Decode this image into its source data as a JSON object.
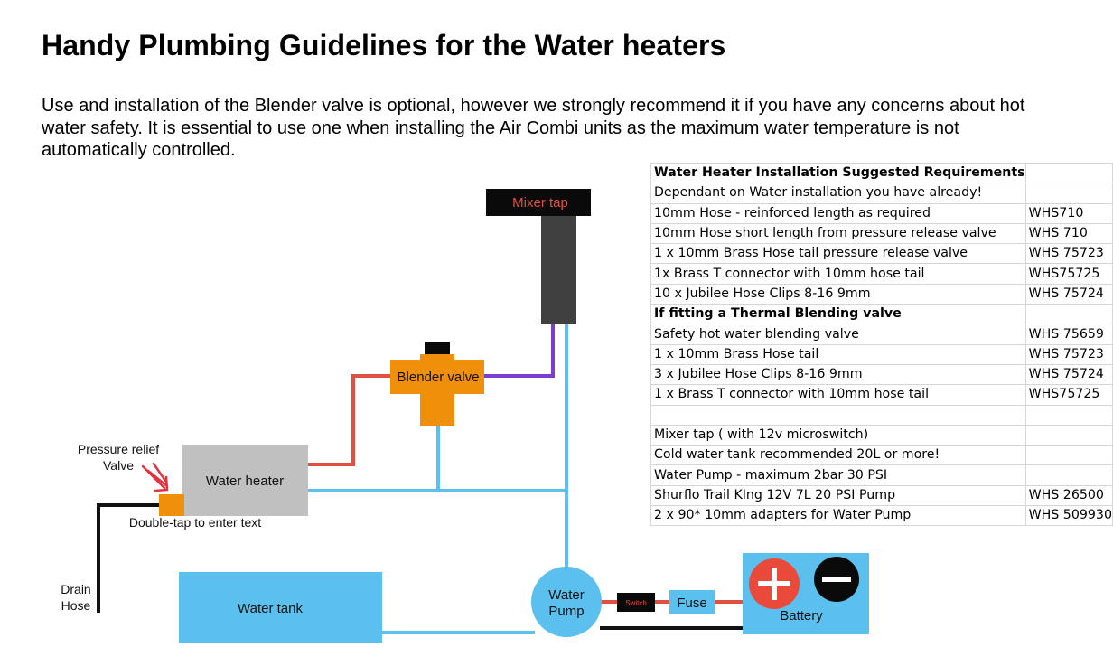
{
  "page": {
    "title": "Handy Plumbing Guidelines for the Water heaters",
    "intro": "Use and installation of the Blender valve is optional, however we strongly recommend it if you have any concerns about hot water safety. It is essential to use one when installing the Air Combi units as the maximum water temperature is not automatically controlled."
  },
  "diagram": {
    "mixer_tap": "Mixer tap",
    "blender_valve": "Blender valve",
    "water_heater": "Water heater",
    "pressure_relief_line1": "Pressure relief",
    "pressure_relief_line2": "Valve",
    "double_tap": "Double-tap to enter text",
    "drain_line1": "Drain",
    "drain_line2": "Hose",
    "water_tank": "Water tank",
    "pump_line1": "Water",
    "pump_line2": "Pump",
    "switch": "Switch",
    "fuse": "Fuse",
    "battery": "Battery",
    "colors": {
      "hot": "#e05040",
      "cold": "#5bc0ee",
      "mixed": "#7a3fd0",
      "valve": "#f0900a",
      "heater": "#c0c0c0",
      "tap": "#404040",
      "battery_pos": "#ea4a3a"
    }
  },
  "table": {
    "rows": [
      {
        "item": "Water Heater Installation Suggested Requirements",
        "code": "",
        "header": true
      },
      {
        "item": "Dependant on Water installation you have already!",
        "code": ""
      },
      {
        "item": "10mm Hose - reinforced  length as required",
        "code": "WHS710"
      },
      {
        "item": "10mm Hose short length from pressure release valve",
        "code": "WHS 710"
      },
      {
        "item": "1 x 10mm  Brass Hose tail pressure release valve",
        "code": "WHS 75723"
      },
      {
        "item": "1x Brass T connector with 10mm hose tail",
        "code": "WHS75725"
      },
      {
        "item": "10 x Jubilee Hose Clips 8-16 9mm",
        "code": "WHS 75724"
      },
      {
        "item": "If fitting a Thermal Blending valve",
        "code": "",
        "header": true
      },
      {
        "item": "Safety hot water blending valve",
        "code": "WHS 75659"
      },
      {
        "item": "1 x 10mm  Brass Hose tail",
        "code": "WHS 75723"
      },
      {
        "item": "3 x Jubilee Hose Clips 8-16 9mm",
        "code": "WHS 75724"
      },
      {
        "item": "1 x Brass T connector with 10mm hose tail",
        "code": "WHS75725"
      },
      {
        "item": "",
        "code": ""
      },
      {
        "item": "Mixer tap ( with 12v microswitch)",
        "code": ""
      },
      {
        "item": "Cold water tank recommended 20L or more!",
        "code": ""
      },
      {
        "item": "Water Pump  - maximum 2bar 30 PSI",
        "code": ""
      },
      {
        "item": "Shurflo Trail KIng 12V 7L 20 PSI Pump",
        "code": "WHS 26500"
      },
      {
        "item": "2 x 90* 10mm adapters for  Water Pump",
        "code": "WHS 509930"
      }
    ]
  }
}
